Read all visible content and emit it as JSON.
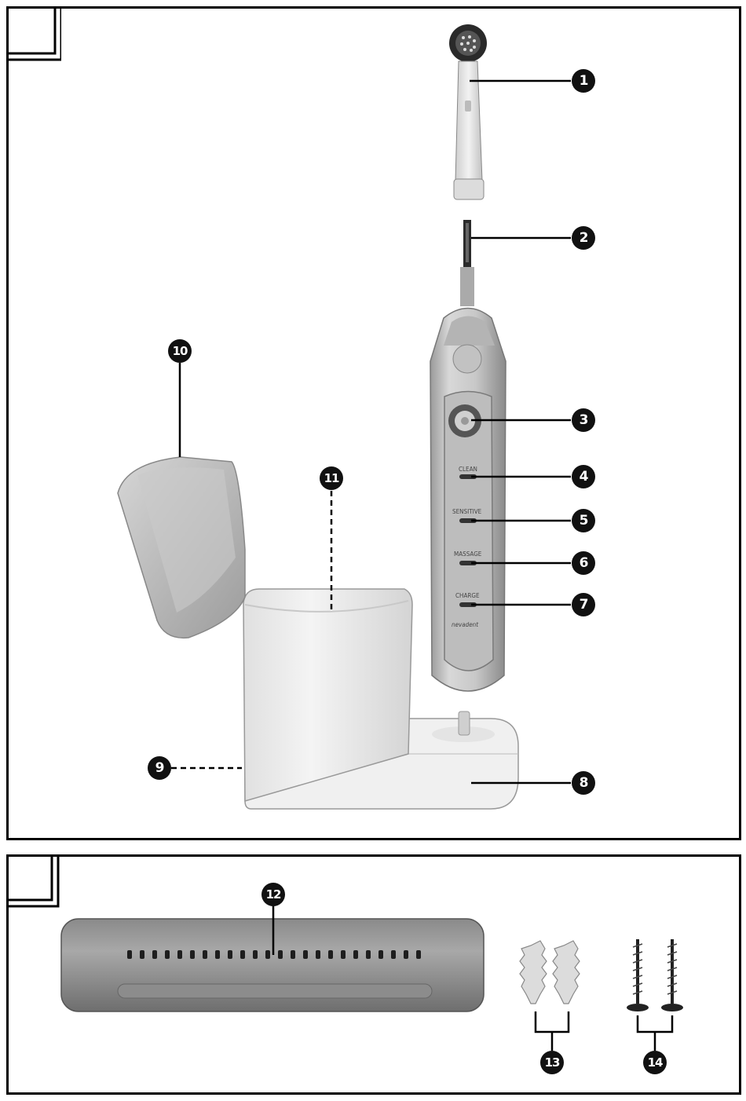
{
  "figure_a": {
    "callouts": [
      {
        "id": "1",
        "label": "1"
      },
      {
        "id": "2",
        "label": "2"
      },
      {
        "id": "3",
        "label": "3"
      },
      {
        "id": "4",
        "label": "4"
      },
      {
        "id": "5",
        "label": "5"
      },
      {
        "id": "6",
        "label": "6"
      },
      {
        "id": "7",
        "label": "7"
      },
      {
        "id": "8",
        "label": "8"
      },
      {
        "id": "9",
        "label": "9"
      },
      {
        "id": "10",
        "label": "10"
      },
      {
        "id": "11",
        "label": "11"
      }
    ],
    "handle_labels": {
      "clean": "CLEAN",
      "sensitive": "SENSITIVE",
      "massage": "MASSAGE",
      "charge": "CHARGE",
      "brand": "nevadent"
    }
  },
  "figure_b": {
    "callouts": [
      {
        "id": "12",
        "label": "12"
      },
      {
        "id": "13",
        "label": "13"
      },
      {
        "id": "14",
        "label": "14"
      }
    ]
  }
}
